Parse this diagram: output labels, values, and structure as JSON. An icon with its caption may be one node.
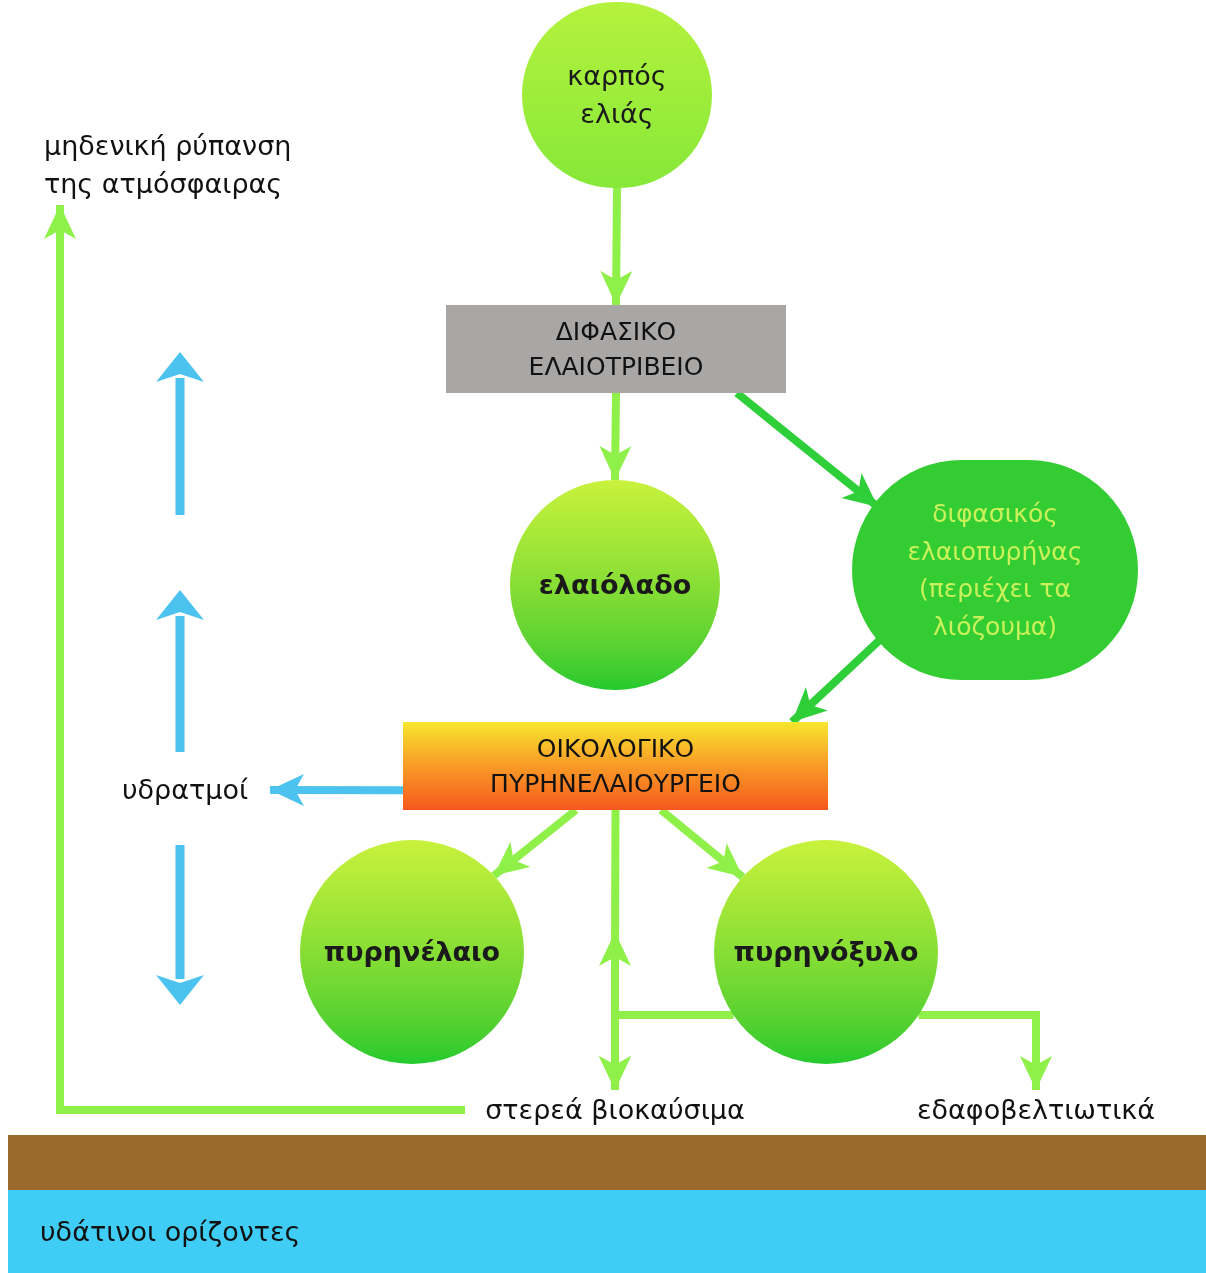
{
  "diagram": {
    "nodes": [
      {
        "text": [
          "καρπός ελιάς"
        ]
      },
      {
        "text": [
          "ΔΙΦΑΣΙΚΟ ΕΛΑΙΟΤΡΙΒΕΙΟ"
        ]
      },
      {
        "text": [
          "ελαιόλαδο"
        ]
      },
      {
        "text": [
          "διφασικός ελαιοπυρήνας (περιέχει τα λιόζουμα)"
        ]
      },
      {
        "text": [
          "ΟΙΚΟΛΟΓΙΚΟ ΠΥΡΗΝΕΛΑΙΟΥΡΓΕΙΟ"
        ]
      },
      {
        "text": [
          "υδρατμοί"
        ]
      },
      {
        "text": [
          "πυρηνέλαιο"
        ]
      },
      {
        "text": [
          "πυρηνόξυλο"
        ]
      },
      {
        "text": [
          "στερεά βιοκαύσιμα"
        ]
      },
      {
        "text": [
          "εδαφοβελτιωτικά"
        ]
      },
      {
        "text": [
          "μηδενική ρύπανση της ατμόσφαιρας"
        ]
      },
      {
        "text": [],
        "shape": "bar"
      },
      {
        "text": [
          "υδάτινοι ορίζοντες"
        ]
      }
    ],
    "edges": [
      {
        "from": 0,
        "to": 1,
        "arrow": "to"
      },
      {
        "from": 1,
        "to": 2,
        "arrow": "to"
      },
      {
        "from": 1,
        "to": 3,
        "arrow": "to",
        "color": "#2fcf3a"
      },
      {
        "from": 3,
        "to": 4,
        "arrow": "to",
        "color": "#2fcf3a"
      },
      {
        "from": 4,
        "to": 5,
        "arrow": "to",
        "color": "#4cc3ee"
      },
      {
        "from": 4,
        "to": 6,
        "arrow": "to"
      },
      {
        "from": 4,
        "to": 7,
        "arrow": "to"
      },
      {
        "from": 4,
        "to": 8,
        "arrow": "to"
      },
      {
        "from": 7,
        "to": 8,
        "arrow": "to"
      },
      {
        "from": 7,
        "to": 9,
        "arrow": "to"
      },
      {
        "from": 8,
        "to": 10,
        "arrow": "to"
      },
      {
        "from": 8,
        "to": null,
        "arrow": "to"
      }
    ]
  }
}
